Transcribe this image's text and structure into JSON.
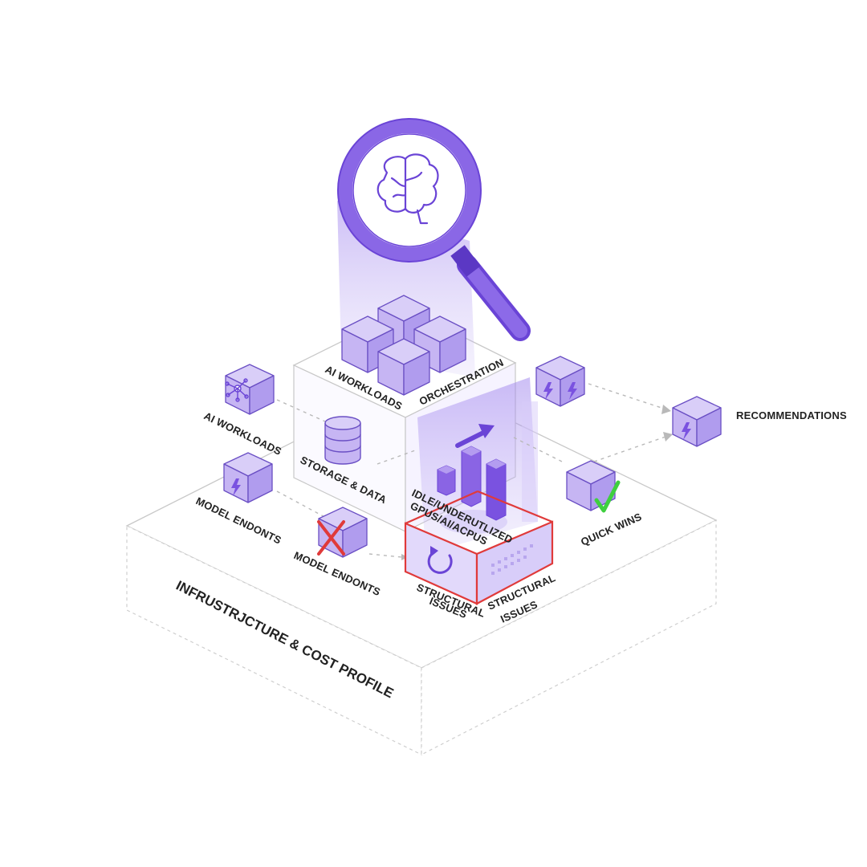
{
  "labels": {
    "ai_workloads_top": "AI WORKLOADS",
    "orchestration": "ORCHESTRATION",
    "ai_workloads_left": "AI WORKLOADS",
    "storage_data": "STORAGE & DATA",
    "model_endpoints_left": "MODEL ENDONTS",
    "model_endpoints_mid": "MODEL ENDONTS",
    "idle_line1": "IDLE/UNDERUTLIZED",
    "idle_line2": "GPUS/AI/ACPUS",
    "structural_left_1": "STRUCTURAL",
    "structural_left_2": "ISSUES",
    "structural_right_1": "STRUCTURAL",
    "structural_right_2": "ISSUES",
    "quick_wins": "QUICK WINS",
    "recommendations": "RECOMMENDATIONS",
    "platform": "INFRUSTRJCTURE & COST PROFILE"
  },
  "icons": [
    "magnifier-icon",
    "brain-icon",
    "network-icon",
    "database-icon",
    "bolt-icon",
    "x-mark-icon",
    "check-icon",
    "trend-arrow-icon",
    "refresh-icon",
    "bar-chart-icon"
  ],
  "colors": {
    "accent": "#7a52e0",
    "accent_light": "#c6b5f3",
    "issue_red": "#e03a3a",
    "check_green": "#3fcf3f"
  }
}
